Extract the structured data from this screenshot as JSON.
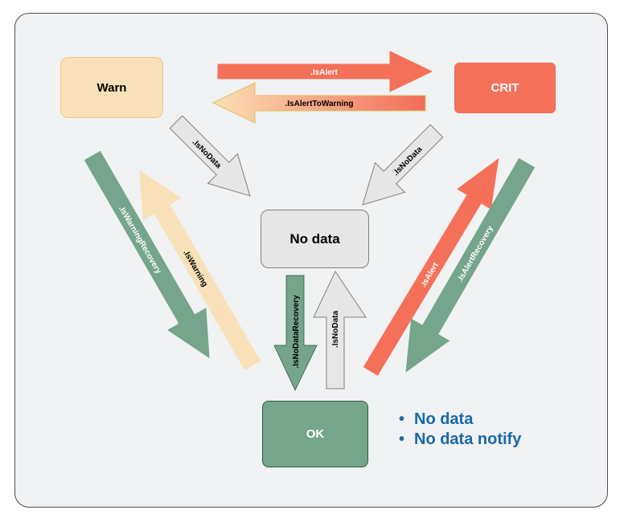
{
  "states": {
    "warn": "Warn",
    "crit": "CRIT",
    "no_data": "No data",
    "ok": "OK"
  },
  "transitions": {
    "warn_to_crit": ".IsAlert",
    "crit_to_warn": ".IsAlertToWarning",
    "warn_to_nodata": ".IsNoData",
    "crit_to_nodata": ".IsNoData",
    "warn_to_ok": ".IsWarningRecovery",
    "ok_to_warn": ".IsWarning",
    "nodata_to_ok": ".IsNoDataRecovery",
    "ok_to_nodata": ".IsNoData",
    "ok_to_crit": ".IsAlert",
    "crit_to_ok": ".IsAlertRecovery"
  },
  "notes": [
    "No data",
    "No data notify"
  ],
  "colors": {
    "warn": "#f8e1b8",
    "crit": "#f47059",
    "no_data": "#e6e6e6",
    "ok": "#75a58a",
    "note_text": "#1869a8"
  }
}
